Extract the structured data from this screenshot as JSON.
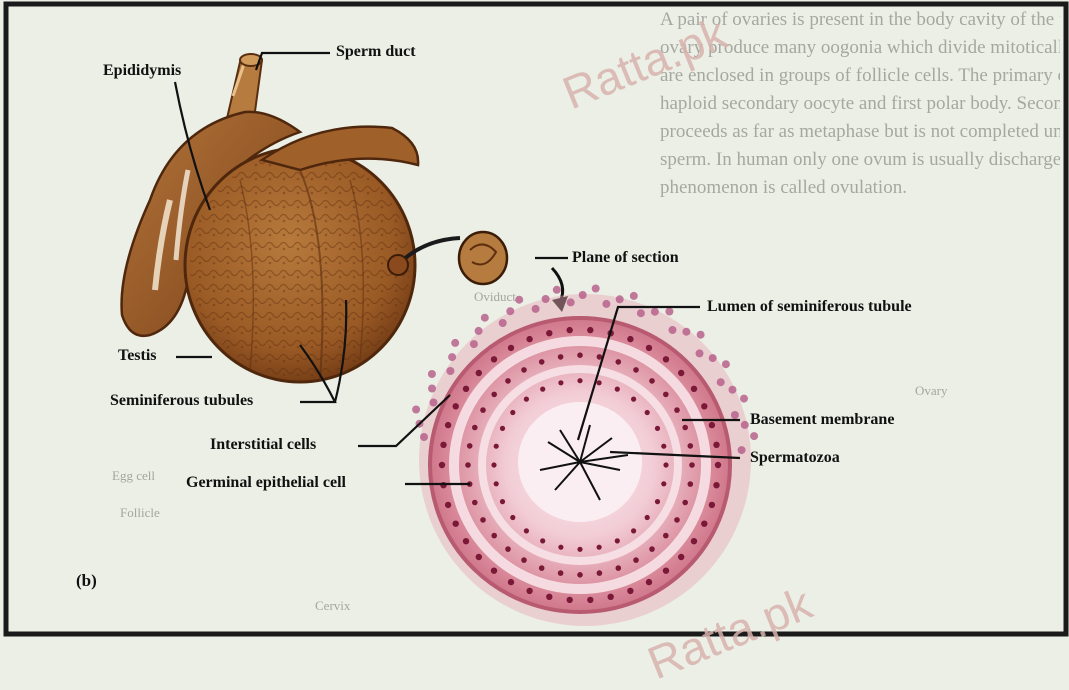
{
  "labels": {
    "sperm_duct": "Sperm duct",
    "epididymis": "Epididymis",
    "plane_of_section": "Plane of section",
    "lumen": "Lumen of seminiferous tubule",
    "testis": "Testis",
    "seminiferous_tubules": "Seminiferous tubules",
    "basement_membrane": "Basement membrane",
    "interstitial_cells": "Interstitial cells",
    "spermatozoa": "Spermatozoa",
    "germinal_epithelial_cell": "Germinal epithelial cell",
    "panel": "(b)"
  },
  "background_text": {
    "lines": [
      "A pair of ovaries is present in the body cavity of the female. Germ cells in the",
      "ovary produce many oogonia which divide mitotically to form primary oocytes. These",
      "are enclosed in groups of follicle cells. The primary oocyte divides meiotically into the",
      "haploid secondary oocyte and first polar body. Second meiotic division in the oocyte",
      "proceeds as far as metaphase but is not completed unless the oocyte is fertilized by the",
      "sperm. In human only one ovum is usually discharged from the ovary at one time, this",
      "phenomenon is called ovulation."
    ],
    "ghost_labels": [
      "Ovary",
      "Egg cell",
      "Follicle",
      "Cervix",
      "Oviduct"
    ]
  },
  "watermark": {
    "top": "Ratta.pk",
    "bottom": "Ratta.pk"
  },
  "colors": {
    "testis_fill": "#a8672e",
    "testis_dark": "#6b3712",
    "section_outer": "#d88896",
    "section_inner": "#f3d3d9",
    "nuclei": "#7a1838",
    "lumen": "#fbeef2"
  }
}
